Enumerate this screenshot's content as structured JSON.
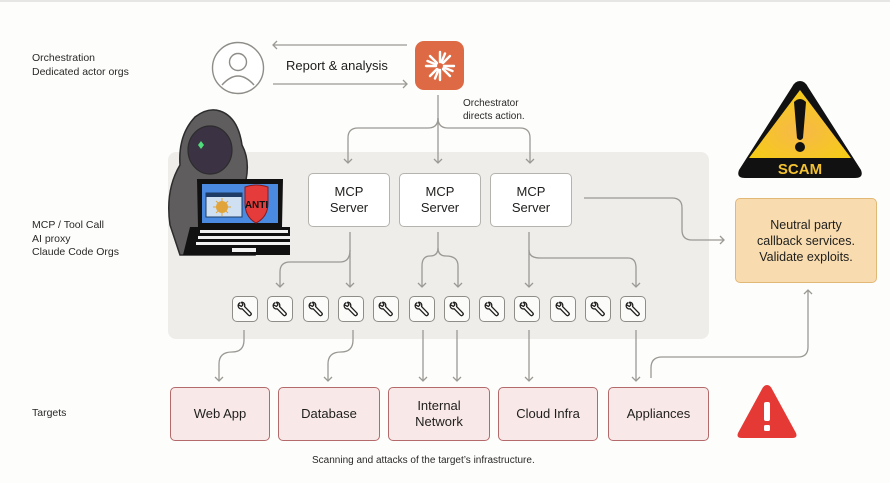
{
  "row_labels": {
    "orchestration": [
      "Orchestration",
      "Dedicated actor orgs"
    ],
    "mcp": [
      "MCP / Tool Call",
      "AI proxy",
      "Claude Code Orgs"
    ],
    "targets": "Targets"
  },
  "orchestrator": {
    "icon": "starburst-icon",
    "color": "#dd6a44",
    "caption": [
      "Orchestrator",
      "directs action."
    ]
  },
  "human": {
    "icon": "user-icon"
  },
  "report_label": "Report & analysis",
  "hacker_illustration": {
    "laptop_badge": "ANTI"
  },
  "mcp_servers": [
    {
      "line1": "MCP",
      "line2": "Server"
    },
    {
      "line1": "MCP",
      "line2": "Server"
    },
    {
      "line1": "MCP",
      "line2": "Server"
    }
  ],
  "tools": {
    "count": 12,
    "icon": "wrench-icon"
  },
  "targets": [
    {
      "lines": [
        "Web App"
      ]
    },
    {
      "lines": [
        "Database"
      ]
    },
    {
      "lines": [
        "Internal",
        "Network"
      ]
    },
    {
      "lines": [
        "Cloud Infra"
      ]
    },
    {
      "lines": [
        "Appliances"
      ]
    }
  ],
  "callback": [
    "Neutral party",
    "callback services.",
    "Validate exploits."
  ],
  "scam_sign": {
    "label": "SCAM"
  },
  "warning_icon": "warning-icon",
  "footer_caption": "Scanning and attacks of the target’s infrastructure.",
  "colors": {
    "orchestrator": "#dd6a44",
    "panel": "#eeede9",
    "target_fill": "#f8e9e8",
    "target_border": "#b46a6a",
    "callback_fill": "#f8dcb0",
    "warning_red": "#e53935"
  }
}
